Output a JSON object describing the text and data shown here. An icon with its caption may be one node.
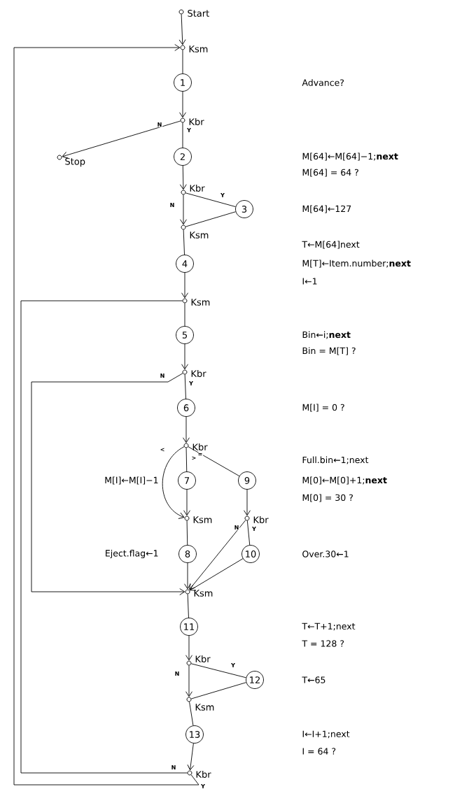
{
  "diagram": {
    "nodes": [
      {
        "text": [],
        "shape": "circle",
        "beside": [
          "Start"
        ]
      },
      {
        "text": [],
        "shape": "circle",
        "beside": [
          "Ksm"
        ]
      },
      {
        "text": [
          "1"
        ]
      },
      {
        "text": [],
        "shape": "circle",
        "beside": [
          "Kbr"
        ]
      },
      {
        "text": [],
        "shape": "circle",
        "beside": [
          "Stop"
        ]
      },
      {
        "text": [
          "2"
        ]
      },
      {
        "text": [],
        "shape": "circle",
        "beside": [
          "Kbr"
        ]
      },
      {
        "text": [
          "3"
        ]
      },
      {
        "text": [],
        "shape": "circle",
        "beside": [
          "Ksm"
        ]
      },
      {
        "text": [
          "4"
        ]
      },
      {
        "text": [],
        "shape": "circle",
        "beside": [
          "Ksm"
        ]
      },
      {
        "text": [
          "5"
        ]
      },
      {
        "text": [],
        "shape": "circle",
        "beside": [
          "Kbr"
        ]
      },
      {
        "text": [
          "6"
        ]
      },
      {
        "text": [],
        "shape": "circle",
        "beside": [
          "Kbr"
        ]
      },
      {
        "text": [
          "7"
        ],
        "beside": [
          "M[I]←M[I]−1"
        ]
      },
      {
        "text": [
          "9"
        ]
      },
      {
        "text": [],
        "shape": "circle",
        "beside": [
          "Ksm"
        ]
      },
      {
        "text": [],
        "shape": "circle",
        "beside": [
          "Kbr"
        ]
      },
      {
        "text": [
          "8"
        ],
        "beside": [
          "Eject.flag←1"
        ]
      },
      {
        "text": [
          "10"
        ]
      },
      {
        "text": [],
        "shape": "circle",
        "beside": [
          "Ksm"
        ]
      },
      {
        "text": [
          "11"
        ]
      },
      {
        "text": [],
        "shape": "circle",
        "beside": [
          "Kbr"
        ]
      },
      {
        "text": [
          "12"
        ]
      },
      {
        "text": [],
        "shape": "circle",
        "beside": [
          "Ksm"
        ]
      },
      {
        "text": [
          "13"
        ]
      },
      {
        "text": [],
        "shape": "circle",
        "beside": [
          "Kbr"
        ]
      }
    ],
    "edges": [
      {
        "from": 0,
        "to": 1,
        "arrow": "to"
      },
      {
        "from": 1,
        "to": 2,
        "arrow": "none"
      },
      {
        "from": 2,
        "to": 3,
        "arrow": "to"
      },
      {
        "from": 3,
        "to": 4,
        "arrow": "to",
        "label": "N"
      },
      {
        "from": 3,
        "to": 5,
        "arrow": "none",
        "label": "Y"
      },
      {
        "from": 5,
        "to": 6,
        "arrow": "to"
      },
      {
        "from": 6,
        "to": 7,
        "arrow": "none",
        "label": "Y"
      },
      {
        "from": 6,
        "to": 8,
        "arrow": "to",
        "label": "N"
      },
      {
        "from": 7,
        "to": 8,
        "arrow": "none"
      },
      {
        "from": 8,
        "to": 9,
        "arrow": "none"
      },
      {
        "from": 9,
        "to": 10,
        "arrow": "to"
      },
      {
        "from": 10,
        "to": 11,
        "arrow": "none"
      },
      {
        "from": 11,
        "to": 12,
        "arrow": "to"
      },
      {
        "from": 12,
        "to": 21,
        "arrow": "to",
        "label": "N"
      },
      {
        "from": 12,
        "to": 13,
        "arrow": "none",
        "label": "Y"
      },
      {
        "from": 13,
        "to": 14,
        "arrow": "to"
      },
      {
        "from": 14,
        "to": 15,
        "arrow": "none",
        "label": ">"
      },
      {
        "from": 14,
        "to": 17,
        "arrow": "to",
        "label": "<"
      },
      {
        "from": 14,
        "to": 16,
        "arrow": "none",
        "label": "="
      },
      {
        "from": 15,
        "to": 17,
        "arrow": "to"
      },
      {
        "from": 16,
        "to": 18,
        "arrow": "to"
      },
      {
        "from": 18,
        "to": 21,
        "arrow": "to",
        "label": "N"
      },
      {
        "from": 18,
        "to": 20,
        "arrow": "none",
        "label": "Y"
      },
      {
        "from": 17,
        "to": 19,
        "arrow": "none"
      },
      {
        "from": 19,
        "to": 21,
        "arrow": "to"
      },
      {
        "from": 20,
        "to": 21,
        "arrow": "to"
      },
      {
        "from": 21,
        "to": 22,
        "arrow": "none"
      },
      {
        "from": 22,
        "to": 23,
        "arrow": "to"
      },
      {
        "from": 23,
        "to": 24,
        "arrow": "none",
        "label": "Y"
      },
      {
        "from": 23,
        "to": 25,
        "arrow": "to",
        "label": "N"
      },
      {
        "from": 24,
        "to": 25,
        "arrow": "none"
      },
      {
        "from": 25,
        "to": 26,
        "arrow": "none"
      },
      {
        "from": 26,
        "to": 27,
        "arrow": "to"
      },
      {
        "from": 27,
        "to": 10,
        "arrow": "none",
        "label": "N"
      },
      {
        "from": 27,
        "to": 1,
        "arrow": "to",
        "label": "Y"
      }
    ],
    "labels": [
      "Advance?",
      "M[64]←M[64]−1;**next**",
      "M[64] = 64 ?",
      "M[64]←127",
      "T←M[64]next",
      "M[T]←Item.number;**next**",
      "I←1",
      "Bin←i;**next**",
      "Bin = M[T] ?",
      "M[I] = 0 ?",
      "Full.bin←1;next",
      "M[0]←M[0]+1;**next**",
      "M[0] = 30 ?",
      "Over.30←1",
      "T←T+1;next",
      "T = 128 ?",
      "T←65",
      "I←I+1;next",
      "I = 64 ?"
    ]
  }
}
